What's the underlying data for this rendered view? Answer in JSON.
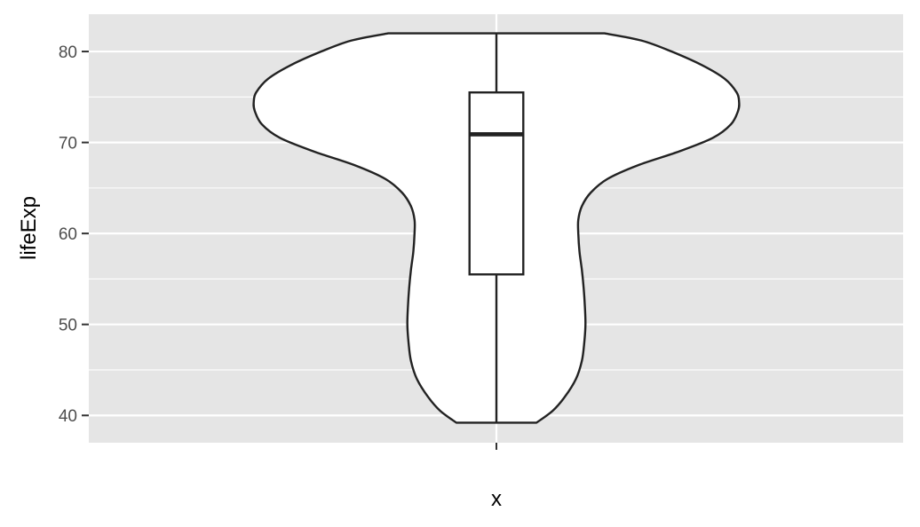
{
  "chart_data": {
    "type": "violin",
    "xlabel": "x",
    "ylabel": "lifeExp",
    "ylim": [
      37,
      84.1
    ],
    "y_ticks": [
      40,
      50,
      60,
      70,
      80
    ],
    "y_tick_labels": [
      "40",
      "50",
      "60",
      "70",
      "80"
    ],
    "grid": true,
    "colors": {
      "panel_background": "#e5e5e5",
      "grid_line": "#ffffff",
      "violin_fill": "#ffffff",
      "outline": "#222222"
    },
    "violin": {
      "y_min": 39.2,
      "y_max": 82.0,
      "density_profile": [
        {
          "y": 39.2,
          "half_width": 0.067
        },
        {
          "y": 40.5,
          "half_width": 0.094
        },
        {
          "y": 42.0,
          "half_width": 0.114
        },
        {
          "y": 44.0,
          "half_width": 0.133
        },
        {
          "y": 46.0,
          "half_width": 0.143
        },
        {
          "y": 48.0,
          "half_width": 0.147
        },
        {
          "y": 50.0,
          "half_width": 0.149
        },
        {
          "y": 52.0,
          "half_width": 0.148
        },
        {
          "y": 54.0,
          "half_width": 0.146
        },
        {
          "y": 56.0,
          "half_width": 0.143
        },
        {
          "y": 58.0,
          "half_width": 0.139
        },
        {
          "y": 60.0,
          "half_width": 0.137
        },
        {
          "y": 61.5,
          "half_width": 0.137
        },
        {
          "y": 63.0,
          "half_width": 0.143
        },
        {
          "y": 64.5,
          "half_width": 0.158
        },
        {
          "y": 66.0,
          "half_width": 0.186
        },
        {
          "y": 67.5,
          "half_width": 0.237
        },
        {
          "y": 69.0,
          "half_width": 0.305
        },
        {
          "y": 70.5,
          "half_width": 0.362
        },
        {
          "y": 72.0,
          "half_width": 0.3925
        },
        {
          "y": 73.5,
          "half_width": 0.4045
        },
        {
          "y": 74.5,
          "half_width": 0.406
        },
        {
          "y": 75.5,
          "half_width": 0.402
        },
        {
          "y": 77.0,
          "half_width": 0.382
        },
        {
          "y": 78.5,
          "half_width": 0.344
        },
        {
          "y": 80.0,
          "half_width": 0.293
        },
        {
          "y": 81.2,
          "half_width": 0.243
        },
        {
          "y": 82.0,
          "half_width": 0.181
        }
      ]
    },
    "boxplot": {
      "min": 39.2,
      "q1": 55.5,
      "median": 70.9,
      "q3": 75.5,
      "max": 82.0,
      "half_width": 0.045
    }
  }
}
